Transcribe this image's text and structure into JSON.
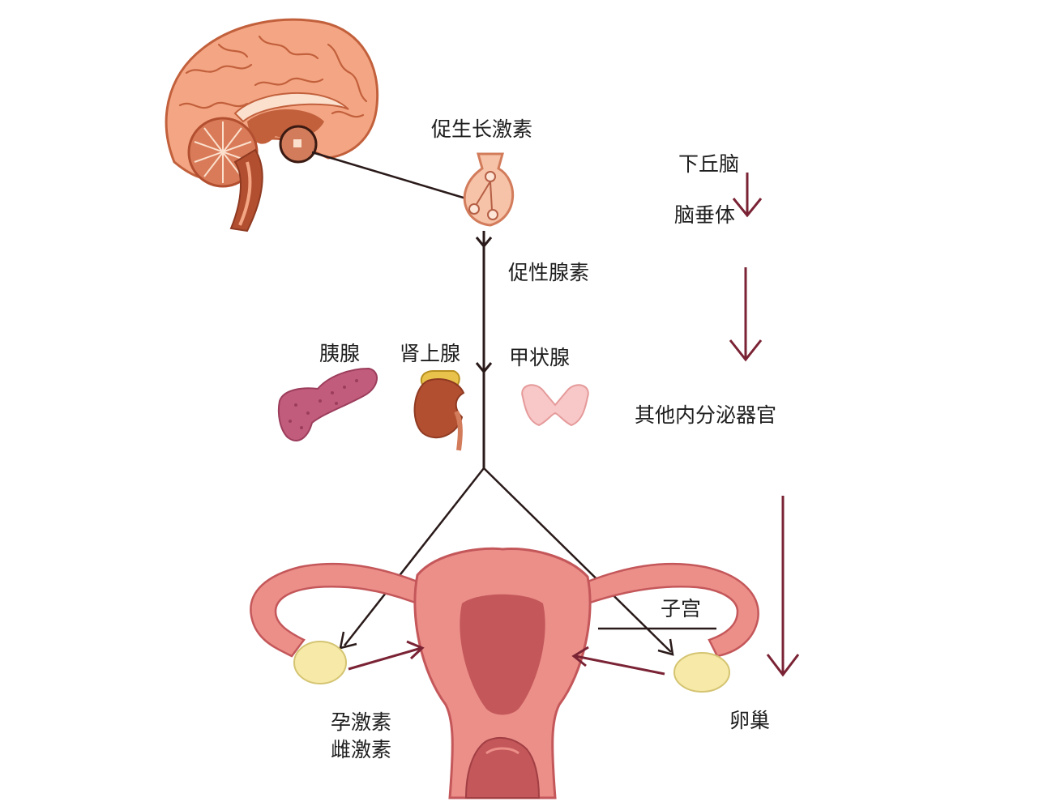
{
  "labels": {
    "growth_hormone": "促生长激素",
    "hypothalamus": "下丘脑",
    "pituitary": "脑垂体",
    "gonadotropin": "促性腺素",
    "pancreas": "胰腺",
    "adrenal": "肾上腺",
    "thyroid": "甲状腺",
    "other_organs": "其他内分泌器官",
    "uterus": "子宫",
    "ovary": "卵巢",
    "progesterone": "孕激素",
    "estrogen": "雌激素"
  },
  "colors": {
    "brain": "#f4a684",
    "brain_dark": "#c2603c",
    "uterus": "#ec8f89",
    "uterus_dark": "#c4575a",
    "ovary": "#f7eaa8",
    "pancreas": "#c25c7c",
    "thyroid": "#f8c7c7",
    "arrow_dark": "#7a2335",
    "line": "#2a1a1a"
  }
}
